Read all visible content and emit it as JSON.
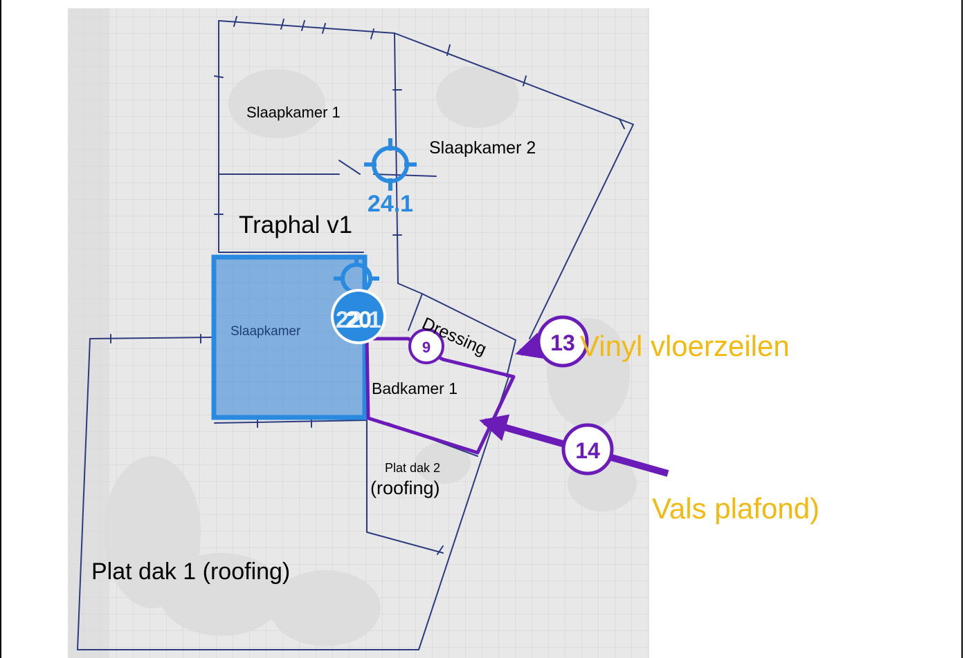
{
  "colors": {
    "paper": "#eaeaea",
    "grid": "#cfd0d6",
    "ink": "#2c3a7e",
    "highlight_fill": "#4a90d9",
    "highlight_stroke": "#2a8ae0",
    "marker_blue": "#2a8ae0",
    "marker_purple": "#6a1bb8",
    "label_yellow": "#f2b90f",
    "text_dark": "#000000"
  },
  "rooms": {
    "slaapkamer1": "Slaapkamer 1",
    "slaapkamer2": "Slaapkamer 2",
    "traphal": "Traphal v1",
    "slaapkamer": "Slaapkamer",
    "dressing": "Dressing",
    "badkamer1": "Badkamer 1",
    "platdak2": "Plat dak 2",
    "platdak2_sub": "(roofing)",
    "platdak1": "Plat dak 1 (roofing)"
  },
  "markers": {
    "target1_label": "24.1",
    "target2_label": "22.1",
    "circle_label": "20",
    "badge_9": "9",
    "badge_13": "13",
    "badge_14": "14"
  },
  "annotations": {
    "vinyl": "Vinyl vloerzeilen",
    "vals": "Vals plafond)"
  },
  "icons": {
    "crosshair": "crosshair-target-icon"
  }
}
